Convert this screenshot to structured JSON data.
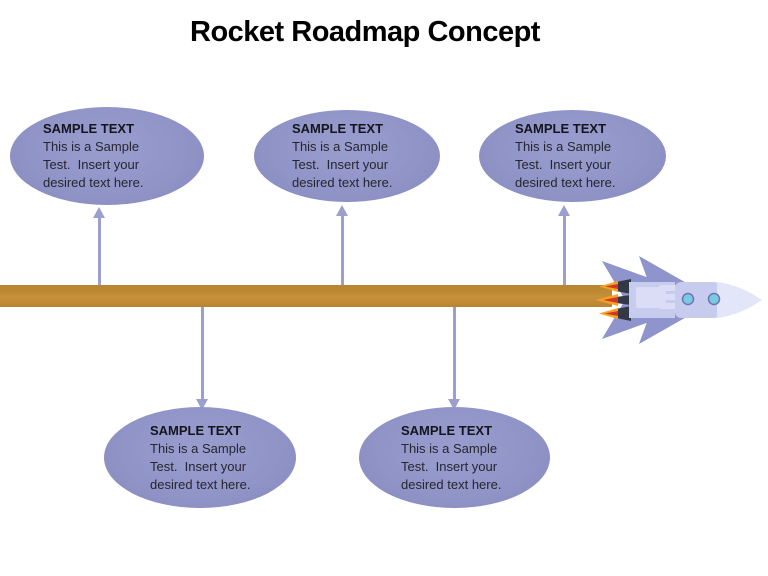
{
  "slide": {
    "title": "Rocket Roadmap Concept"
  },
  "bubbles": [
    {
      "id": "top-1",
      "position": "above-timeline",
      "header": "SAMPLE TEXT",
      "lines": [
        "This is a Sample",
        "Test.  Insert your",
        "desired text here."
      ]
    },
    {
      "id": "top-2",
      "position": "above-timeline",
      "header": "SAMPLE TEXT",
      "lines": [
        "This is a Sample",
        "Test.  Insert your",
        "desired text here."
      ]
    },
    {
      "id": "top-3",
      "position": "above-timeline",
      "header": "SAMPLE TEXT",
      "lines": [
        "This is a Sample",
        "Test.  Insert your",
        "desired text here."
      ]
    },
    {
      "id": "bottom-1",
      "position": "below-timeline",
      "header": "SAMPLE TEXT",
      "lines": [
        "This is a Sample",
        "Test.  Insert your",
        "desired text here."
      ]
    },
    {
      "id": "bottom-2",
      "position": "below-timeline",
      "header": "SAMPLE TEXT",
      "lines": [
        "This is a Sample",
        "Test.  Insert your",
        "desired text here."
      ]
    }
  ],
  "connectors": [
    {
      "direction": "up",
      "target": "top-1"
    },
    {
      "direction": "up",
      "target": "top-2"
    },
    {
      "direction": "up",
      "target": "top-3"
    },
    {
      "direction": "down",
      "target": "bottom-1"
    },
    {
      "direction": "down",
      "target": "bottom-2"
    }
  ],
  "colors": {
    "title_text": "#000000",
    "ellipse_fill": "#9094C7",
    "ellipse_text": "#26262E",
    "arrow": "#9B9FCE",
    "timeline_bar": "#BF8A33",
    "rocket_fin": "#8F94CD",
    "rocket_body": "#C7CBEE",
    "rocket_panel": "#DADDF5",
    "rocket_nose": "#E3E6F8",
    "rocket_window": "#7CCADF",
    "rocket_window_ring": "#6B74B8",
    "rocket_nozzle": "#323845",
    "flame_outer": "#F6A21F",
    "flame_inner": "#D2352B"
  }
}
